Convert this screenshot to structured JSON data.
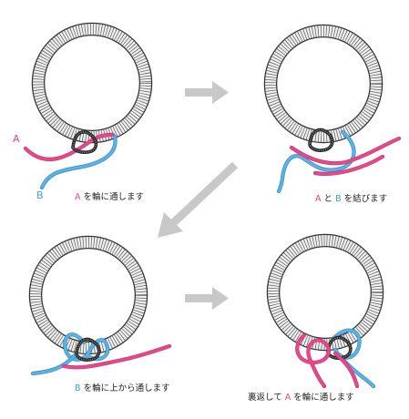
{
  "colors": {
    "cord_a": "#e8478a",
    "cord_b": "#5ab3e3",
    "ring_stroke": "#333333",
    "ring_fill": "#e9e9e9",
    "arrow": "#c8c8c8",
    "text_a": "#e8478a",
    "text_b": "#3e9fda"
  },
  "labels": {
    "a": "A",
    "b": "B"
  },
  "steps": [
    {
      "letter_a": "A",
      "text1": "を輪に通します"
    },
    {
      "letter_a": "A",
      "mid": "と",
      "letter_b": "B",
      "text1": "を結びます"
    },
    {
      "letter_b": "B",
      "text1": "を輪に上から通します"
    },
    {
      "prefix": "裏返して",
      "letter_a": "A",
      "text1": "を輪に通します"
    }
  ]
}
